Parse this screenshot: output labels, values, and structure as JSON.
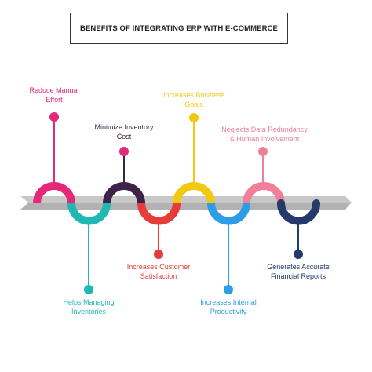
{
  "title": "BENEFITS OF INTEGRATING ERP WITH E-COMMERCE",
  "colors": {
    "arrow": "#c4c4c4",
    "arrow_dark": "#a8a8a8"
  },
  "milestones": [
    {
      "label_line1": "Reduce Manual",
      "label_line2": "Effort",
      "position": "top",
      "color": "#e6287a"
    },
    {
      "label_line1": "Helps Managing",
      "label_line2": "Inventories",
      "position": "bottom",
      "color": "#20b8b3"
    },
    {
      "label_line1": "Minimize Inventory",
      "label_line2": "Cost",
      "position": "top",
      "color": "#3b2349"
    },
    {
      "label_line1": "Increases Customer",
      "label_line2": "Satisfaction",
      "position": "bottom",
      "color": "#e63c3a"
    },
    {
      "label_line1": "Increases Business",
      "label_line2": "Goals",
      "position": "top",
      "color": "#f2c811"
    },
    {
      "label_line1": "Increases Internal",
      "label_line2": "Productivity",
      "position": "bottom",
      "color": "#2c9ee8"
    },
    {
      "label_line1": "Neglects Data Redundancy",
      "label_line2": "& Human Involvement",
      "position": "top",
      "color": "#f07f9a"
    },
    {
      "label_line1": "Generates Accurate",
      "label_line2": "Financial Reports",
      "position": "bottom",
      "color": "#243a6a"
    }
  ]
}
